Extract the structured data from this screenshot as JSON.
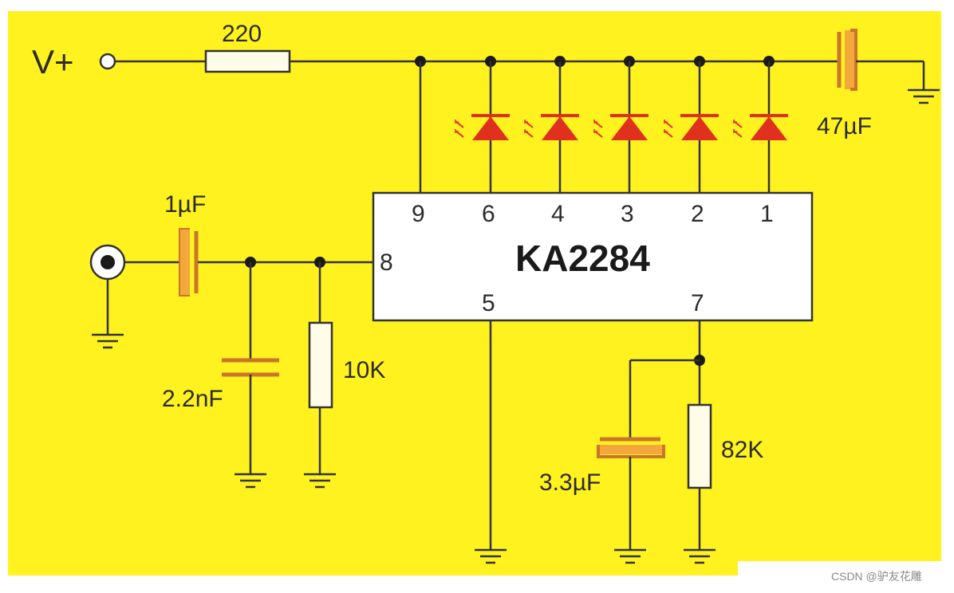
{
  "colors": {
    "board": "#fff21e",
    "wire": "#333333",
    "led": "#e0301e",
    "capacitor": "#c9762a",
    "resistor_fill": "#fffde8",
    "chip_fill": "#ffffff"
  },
  "supply": {
    "label": "V+"
  },
  "ic": {
    "name": "KA2284",
    "pins": [
      "9",
      "6",
      "4",
      "3",
      "2",
      "1",
      "8",
      "5",
      "7"
    ]
  },
  "components": {
    "r_series": "220",
    "c_supply": "47µF",
    "c_input": "1µF",
    "c_filter": "2.2nF",
    "r_input": "10K",
    "c_pin7": "3.3µF",
    "r_pin7": "82K"
  },
  "icons": [
    "input-jack-icon",
    "ground-icon",
    "led-icon"
  ],
  "watermark": "CSDN @驴友花雕"
}
